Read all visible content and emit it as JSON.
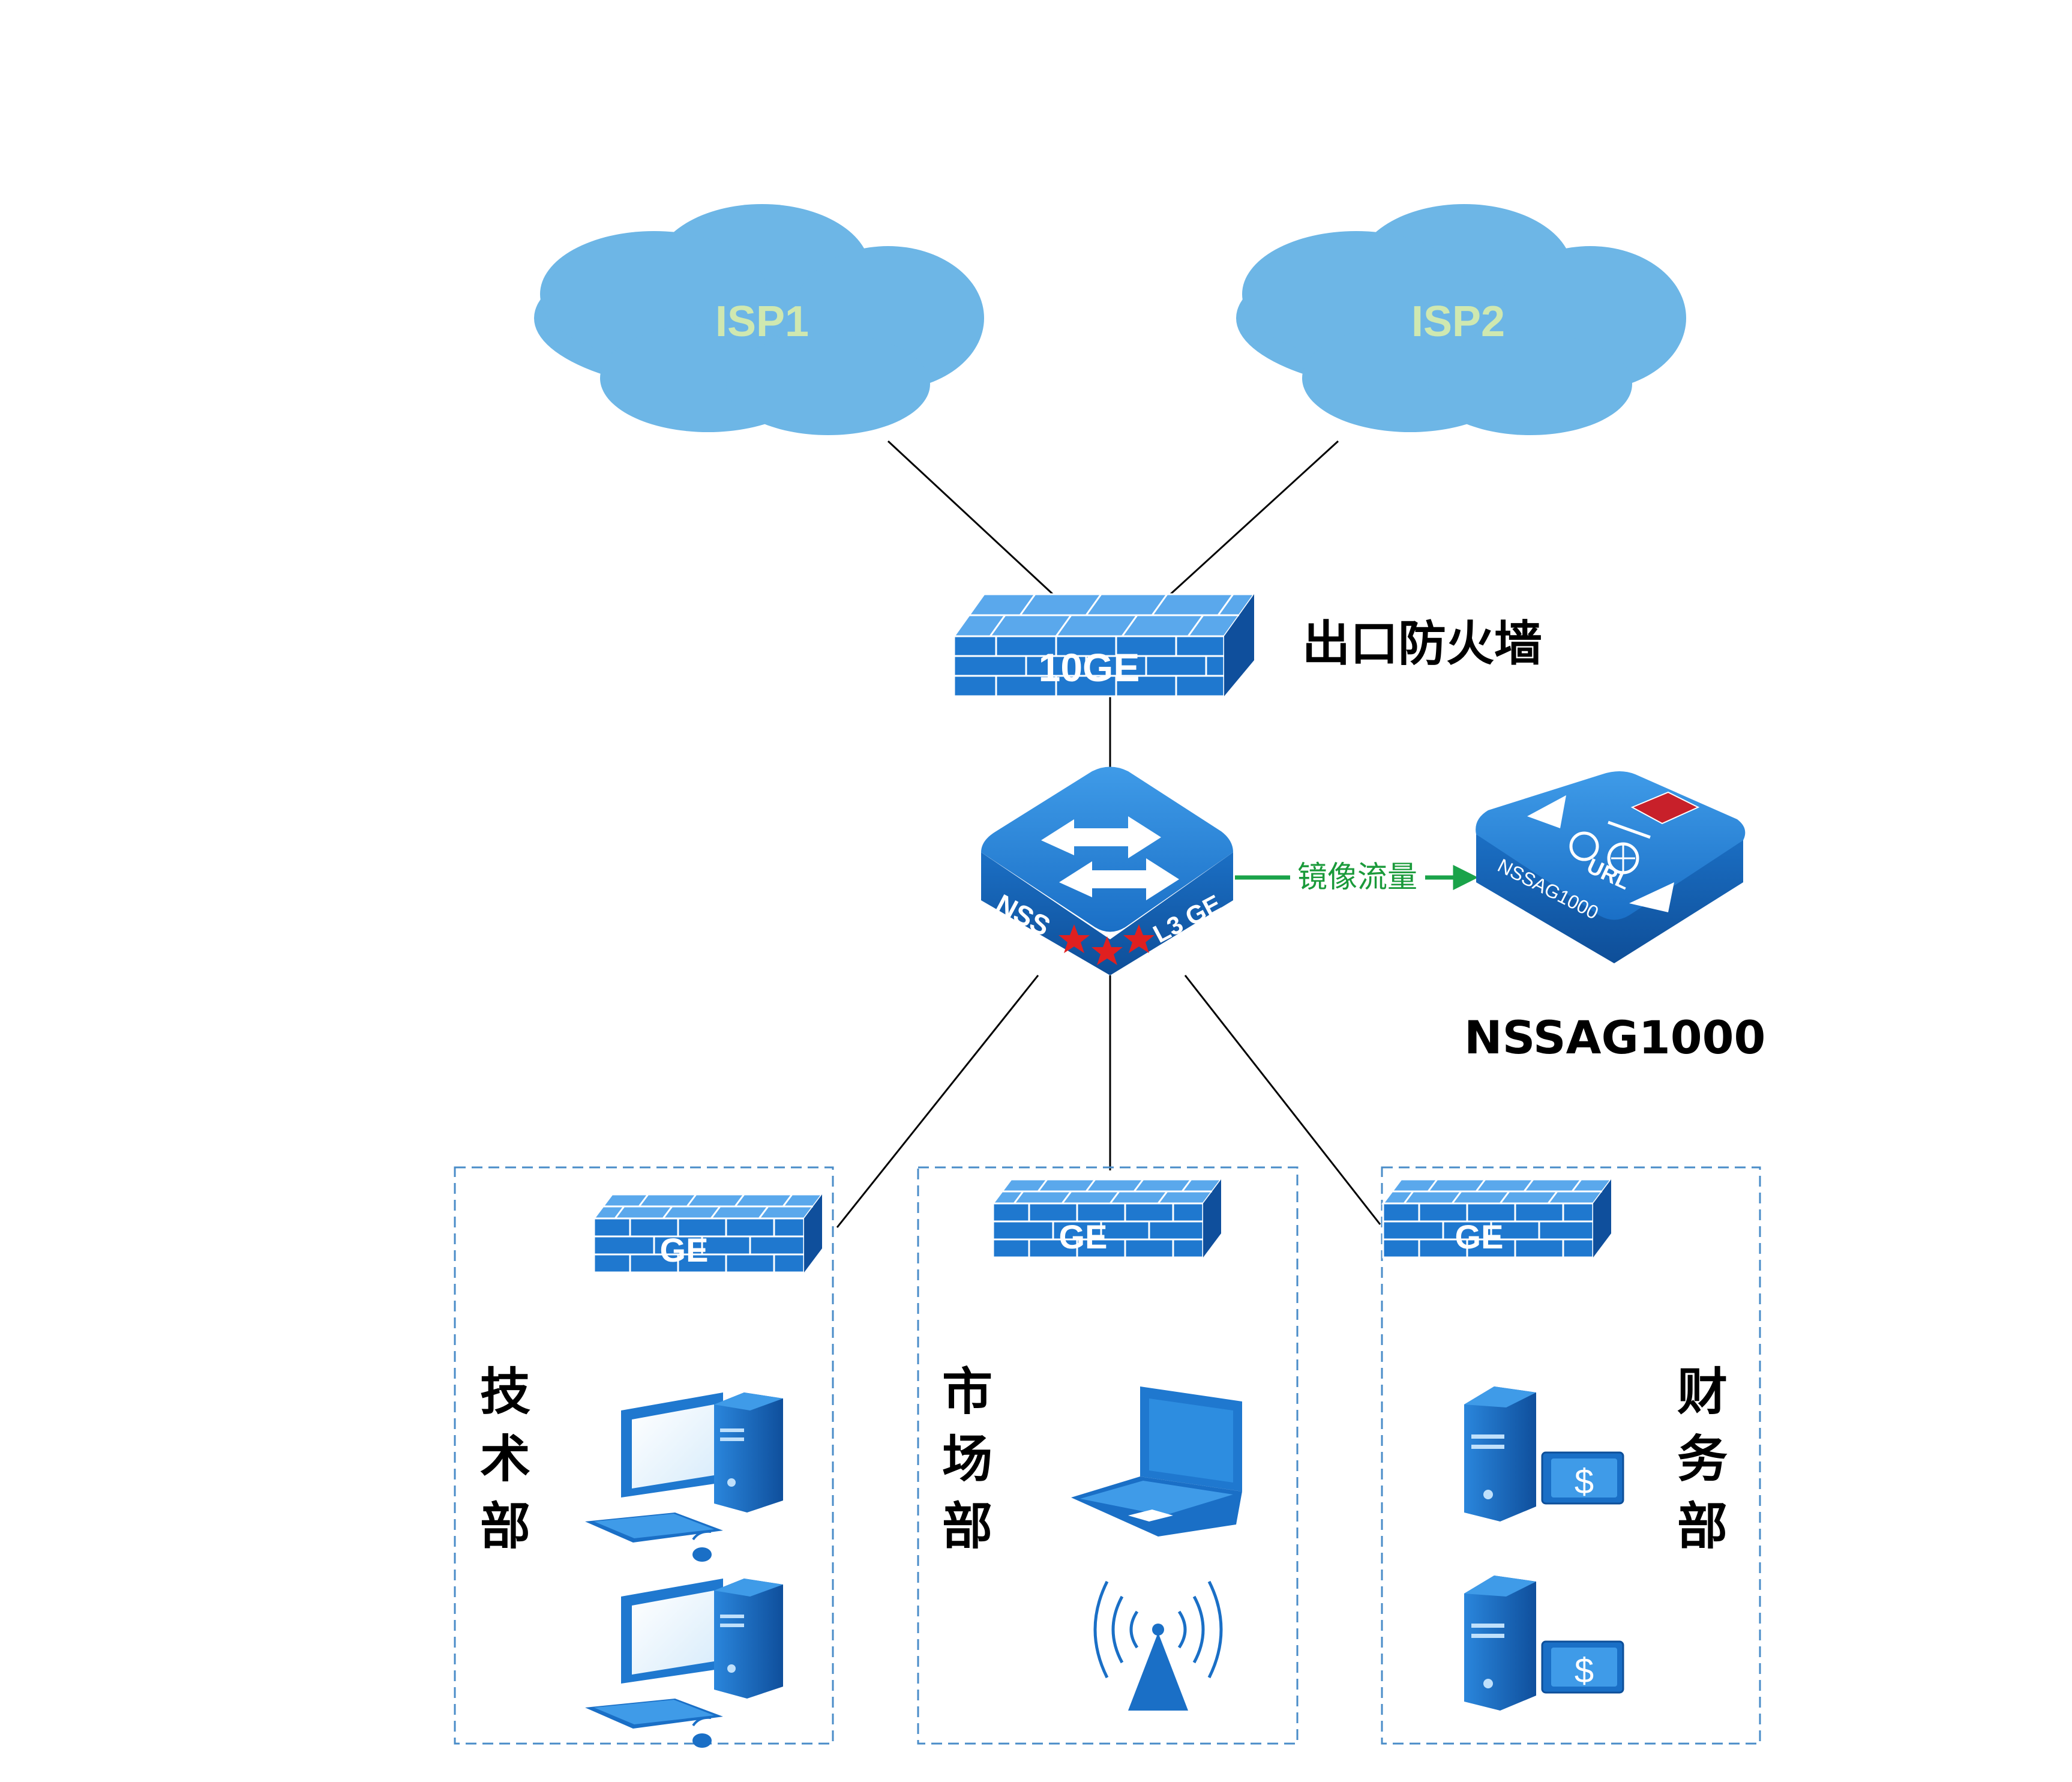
{
  "clouds": [
    {
      "id": "isp1",
      "label": "ISP1"
    },
    {
      "id": "isp2",
      "label": "ISP2"
    }
  ],
  "egress_firewall": {
    "port_label": "10GE",
    "caption": "出口防火墙"
  },
  "core_switch": {
    "brand": "NSS",
    "type_label": "L3 GE"
  },
  "mirror_link": {
    "label": "镜像流量",
    "color": "#1aa34a"
  },
  "audit_appliance": {
    "model_badge": "NSSAG1000",
    "url_label": "URL",
    "caption": "NSSAG1000"
  },
  "departments": [
    {
      "id": "tech",
      "name_chars": [
        "技",
        "术",
        "部"
      ],
      "switch_label": "GE"
    },
    {
      "id": "market",
      "name_chars": [
        "市",
        "场",
        "部"
      ],
      "switch_label": "GE"
    },
    {
      "id": "finance",
      "name_chars": [
        "财",
        "务",
        "部"
      ],
      "switch_label": "GE"
    }
  ],
  "finance_symbol": "$",
  "colors": {
    "cloud": "#6db6e6",
    "device_blue": "#1a73c8",
    "device_dark": "#0d4f9a",
    "dashed_border": "#4a8cc8",
    "line": "#000000"
  },
  "icons": {
    "cloud": "cloud-icon",
    "firewall": "firewall-icon",
    "switch": "switch-icon",
    "appliance": "audit-appliance-icon",
    "desktop": "desktop-computer-icon",
    "laptop": "laptop-icon",
    "wireless": "wireless-antenna-icon",
    "server": "finance-server-icon"
  }
}
